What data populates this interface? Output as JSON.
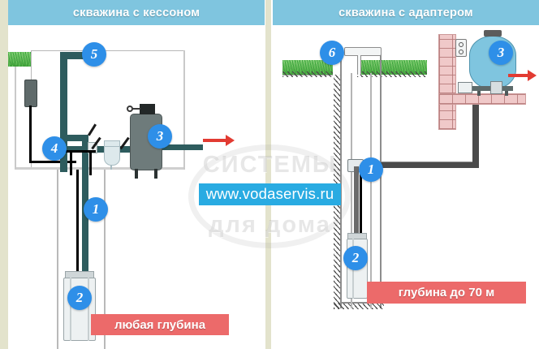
{
  "panels": {
    "left": {
      "title": "скважина с кессоном",
      "caption": "любая глубина"
    },
    "right": {
      "title": "скважина с адаптером",
      "caption": "глубина до 70 м"
    }
  },
  "watermark": {
    "line1": "СИСТЕМЫ",
    "url": "www.vodaservis.ru",
    "line2": "для дома"
  },
  "badges": {
    "left": [
      {
        "id": "5",
        "label": "5"
      },
      {
        "id": "4",
        "label": "4"
      },
      {
        "id": "3",
        "label": "3"
      },
      {
        "id": "1",
        "label": "1"
      },
      {
        "id": "2",
        "label": "2"
      }
    ],
    "right": [
      {
        "id": "6",
        "label": "6"
      },
      {
        "id": "3",
        "label": "3"
      },
      {
        "id": "1",
        "label": "1"
      },
      {
        "id": "2",
        "label": "2"
      }
    ]
  },
  "colors": {
    "header_bg": "#7FC5DF",
    "badge_blue": "#2E8FE8",
    "caption_red": "#EC6A6A",
    "arrow_red": "#E23B32",
    "url_band": "#29ABE2",
    "pipe_teal": "#2E5C5E",
    "divider": "#E3E3CC",
    "grass_green": "#3E9B35",
    "brick_pink": "#F0C9C9",
    "tank_blue": "#7FC5DF",
    "tank_gray": "#6E7B7B"
  }
}
